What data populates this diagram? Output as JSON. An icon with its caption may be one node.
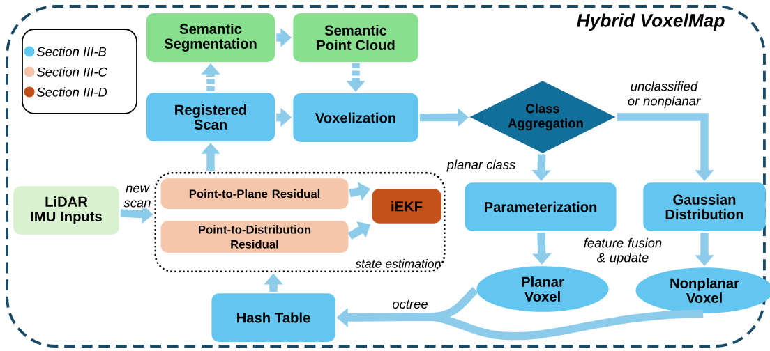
{
  "diagram": {
    "nodes": [
      {
        "text": [
          "Hybrid VoxelMap"
        ]
      },
      {
        "text": [
          "Semantic Segmentation"
        ],
        "in": 0
      },
      {
        "text": [
          "Semantic Point Cloud"
        ],
        "in": 0
      },
      {
        "text": [
          "Registered Scan"
        ],
        "in": 0
      },
      {
        "text": [
          "Voxelization"
        ],
        "in": 0
      },
      {
        "text": [
          "Class Aggregation"
        ],
        "in": 0
      },
      {
        "text": [
          "LiDAR IMU Inputs"
        ],
        "in": 0
      },
      {
        "text": [
          "state estimation"
        ],
        "in": 0
      },
      {
        "text": [
          "Point-to-Plane Residual"
        ],
        "in": 7
      },
      {
        "text": [
          "Point-to-Distribution Residual"
        ],
        "in": 7
      },
      {
        "text": [
          "iEKF"
        ],
        "in": 7
      },
      {
        "text": [
          "Parameterization"
        ],
        "in": 0
      },
      {
        "text": [
          "Gaussian Distribution"
        ],
        "in": 0
      },
      {
        "text": [
          "Planar Voxel"
        ],
        "in": 0
      },
      {
        "text": [
          "Nonplanar Voxel"
        ],
        "in": 0
      },
      {
        "text": [
          "Hash Table"
        ],
        "in": 0
      }
    ],
    "edges": [
      {
        "from": 1,
        "to": 2,
        "arrow": "to"
      },
      {
        "from": 3,
        "to": 1,
        "arrow": "to",
        "style": "dashed"
      },
      {
        "from": 2,
        "to": 4,
        "arrow": "to",
        "style": "dashed"
      },
      {
        "from": 3,
        "to": 4,
        "arrow": "to"
      },
      {
        "from": 4,
        "to": 5,
        "arrow": "to"
      },
      {
        "from": 5,
        "to": 12,
        "arrow": "to",
        "label": "unclassified or nonplanar"
      },
      {
        "from": 5,
        "to": 11,
        "arrow": "to",
        "label": "planar class"
      },
      {
        "from": 6,
        "to": 7,
        "arrow": "to",
        "label": "new scan"
      },
      {
        "from": 7,
        "to": 3,
        "arrow": "to"
      },
      {
        "from": 8,
        "to": 10,
        "arrow": "to"
      },
      {
        "from": 9,
        "to": 10,
        "arrow": "to"
      },
      {
        "from": 11,
        "to": 13,
        "arrow": "to"
      },
      {
        "from": 12,
        "to": 14,
        "arrow": "to"
      },
      {
        "from": 15,
        "to": 7,
        "arrow": "to"
      },
      {
        "from": 13,
        "to": 15,
        "arrow": "to",
        "label": "octree"
      },
      {
        "from": 14,
        "to": 15,
        "arrow": "to"
      }
    ],
    "labels": [
      "feature fusion & update"
    ],
    "legend": [
      {
        "text": "Section III-B",
        "color": "#5ec8f2"
      },
      {
        "text": "Section III-C",
        "color": "#f5c4a8"
      },
      {
        "text": "Section III-D",
        "color": "#c24f17"
      }
    ]
  }
}
